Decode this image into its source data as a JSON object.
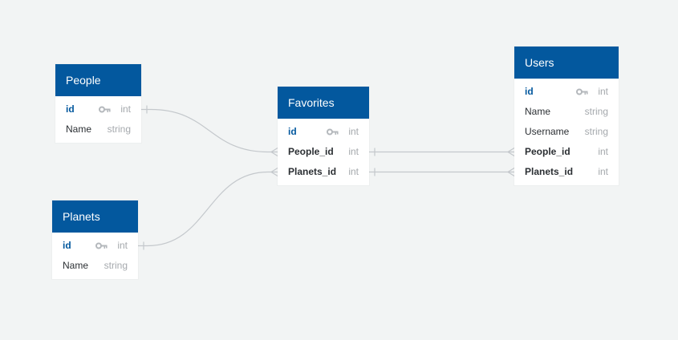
{
  "tables": [
    {
      "name": "People",
      "fields": [
        {
          "name": "id",
          "type": "int",
          "pk": true,
          "fk": false
        },
        {
          "name": "Name",
          "type": "string",
          "pk": false,
          "fk": false
        }
      ]
    },
    {
      "name": "Planets",
      "fields": [
        {
          "name": "id",
          "type": "int",
          "pk": true,
          "fk": false
        },
        {
          "name": "Name",
          "type": "string",
          "pk": false,
          "fk": false
        }
      ]
    },
    {
      "name": "Favorites",
      "fields": [
        {
          "name": "id",
          "type": "int",
          "pk": true,
          "fk": false
        },
        {
          "name": "People_id",
          "type": "int",
          "pk": false,
          "fk": true
        },
        {
          "name": "Planets_id",
          "type": "int",
          "pk": false,
          "fk": true
        }
      ]
    },
    {
      "name": "Users",
      "fields": [
        {
          "name": "id",
          "type": "int",
          "pk": true,
          "fk": false
        },
        {
          "name": "Name",
          "type": "string",
          "pk": false,
          "fk": false
        },
        {
          "name": "Username",
          "type": "string",
          "pk": false,
          "fk": false
        },
        {
          "name": "People_id",
          "type": "int",
          "pk": false,
          "fk": true
        },
        {
          "name": "Planets_id",
          "type": "int",
          "pk": false,
          "fk": true
        }
      ]
    }
  ],
  "relations": [
    {
      "from_table": 0,
      "from_field": 0,
      "to_table": 2,
      "to_field": 1
    },
    {
      "from_table": 1,
      "from_field": 0,
      "to_table": 2,
      "to_field": 2
    },
    {
      "from_table": 2,
      "from_field": 1,
      "to_table": 3,
      "to_field": 3
    },
    {
      "from_table": 2,
      "from_field": 2,
      "to_table": 3,
      "to_field": 4
    }
  ],
  "colors": {
    "header": "#03589e",
    "primary_key_text": "#03589e",
    "type_text": "#a5a9ad",
    "link": "#c4c8cc",
    "background": "#f2f4f4"
  },
  "icons": {
    "primary_key": "key-icon"
  }
}
